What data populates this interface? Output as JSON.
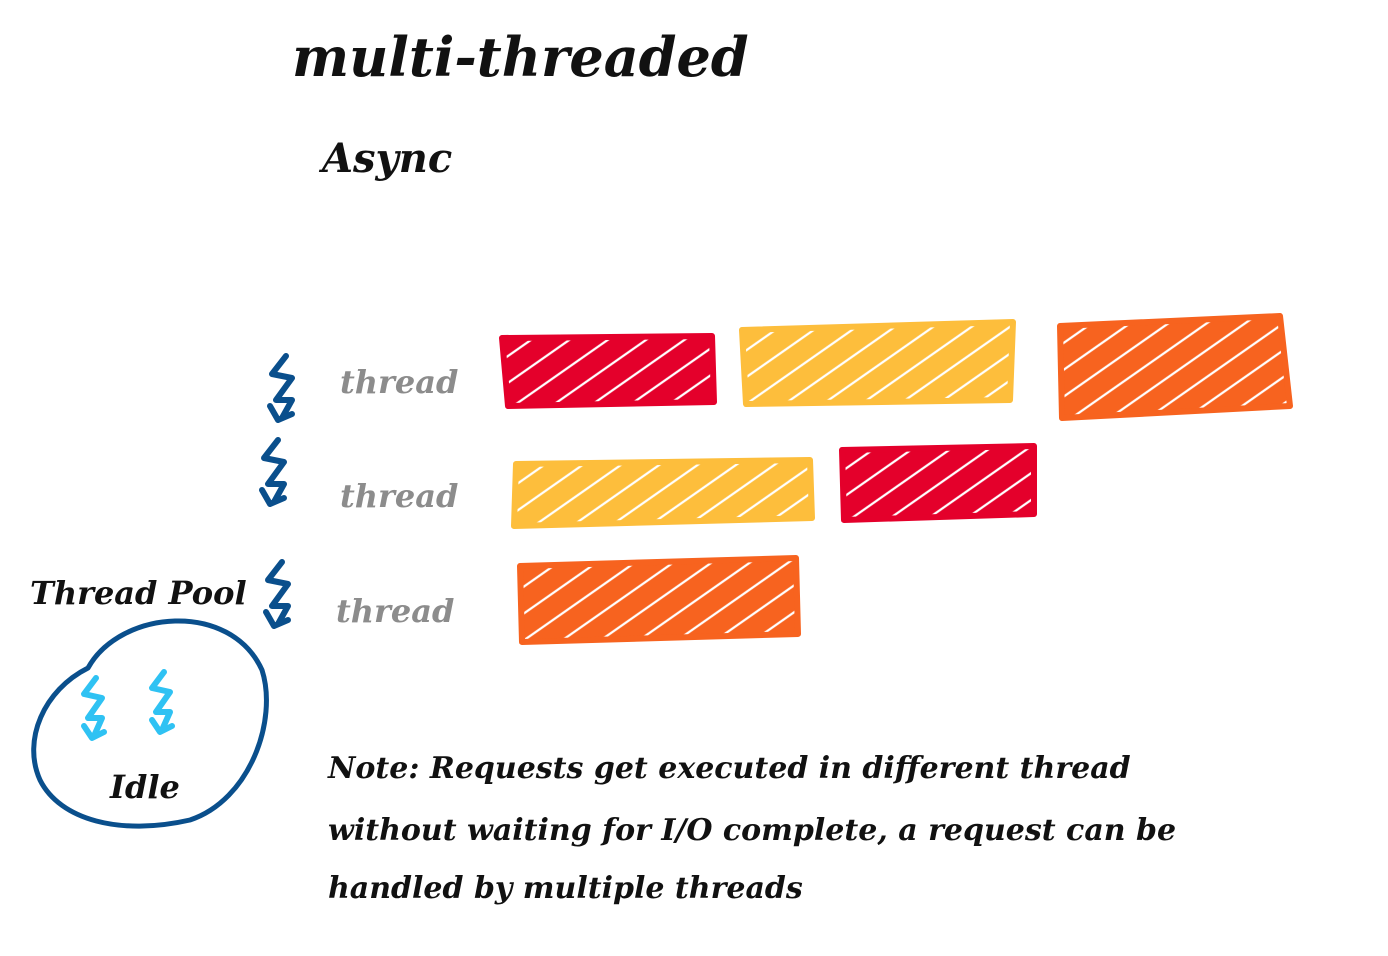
{
  "title": "multi-threaded",
  "subtitle": "Async",
  "threads": [
    {
      "label": "thread",
      "tasks": [
        "red",
        "yellow",
        "orange"
      ]
    },
    {
      "label": "thread",
      "tasks": [
        "yellow",
        "red"
      ]
    },
    {
      "label": "thread",
      "tasks": [
        "orange"
      ]
    }
  ],
  "thread_pool": {
    "label": "Thread Pool",
    "idle_label": "Idle",
    "idle_thread_count": 2
  },
  "note": {
    "line1": "Note: Requests get executed in different thread",
    "line2": "without waiting for I/O complete, a request can be",
    "line3": "handled by multiple threads"
  },
  "colors": {
    "red": "#e4002b",
    "yellow": "#fdbe3c",
    "orange": "#f7631f",
    "active_thread_icon": "#0a4f8c",
    "idle_thread_icon": "#2fc2f3",
    "pool_outline": "#0a4f8c",
    "thread_label": "#8c8c8c",
    "text": "#111111"
  },
  "icons": {
    "thread": "lightning-arrow-icon"
  }
}
